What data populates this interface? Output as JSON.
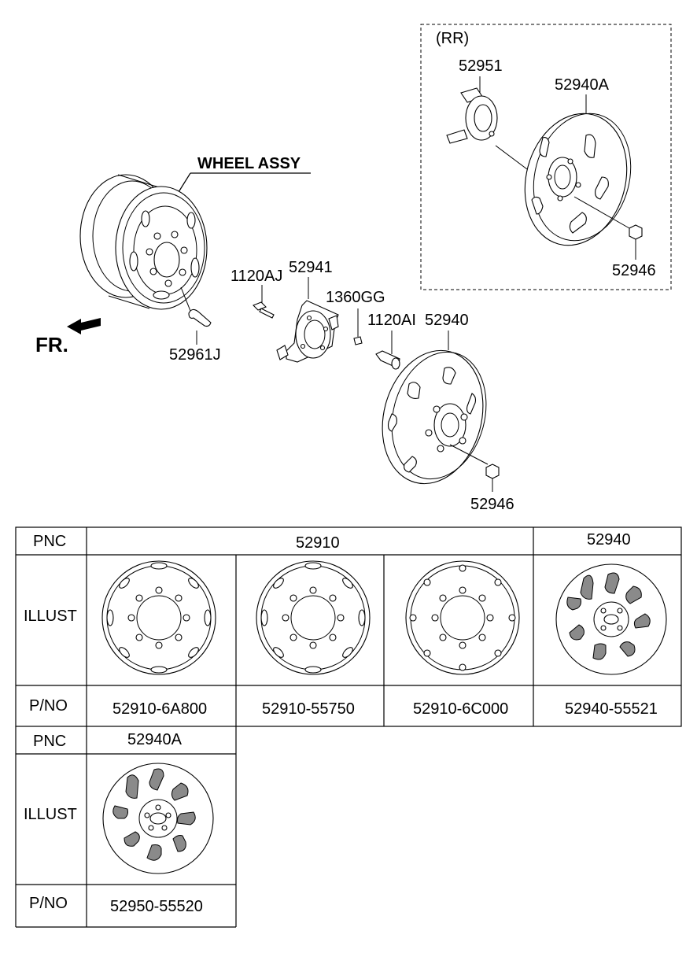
{
  "diagram": {
    "labels": {
      "wheel_assy": "WHEEL ASSY",
      "rr": "(RR)",
      "fr": "FR.",
      "p52951": "52951",
      "p52940a": "52940A",
      "p52946_rr": "52946",
      "p1120aj": "1120AJ",
      "p52941": "52941",
      "p1360gg": "1360GG",
      "p1120ai": "1120AI",
      "p52940": "52940",
      "p52961j": "52961J",
      "p52946": "52946"
    }
  },
  "table1": {
    "pnc_label": "PNC",
    "illust_label": "ILLUST",
    "pno_label": "P/NO",
    "pnc_52910": "52910",
    "pnc_52940": "52940",
    "pno": [
      "52910-6A800",
      "52910-55750",
      "52910-6C000",
      "52940-55521"
    ]
  },
  "table2": {
    "pnc_label": "PNC",
    "illust_label": "ILLUST",
    "pno_label": "P/NO",
    "pnc": "52940A",
    "pno": "52950-55520"
  }
}
